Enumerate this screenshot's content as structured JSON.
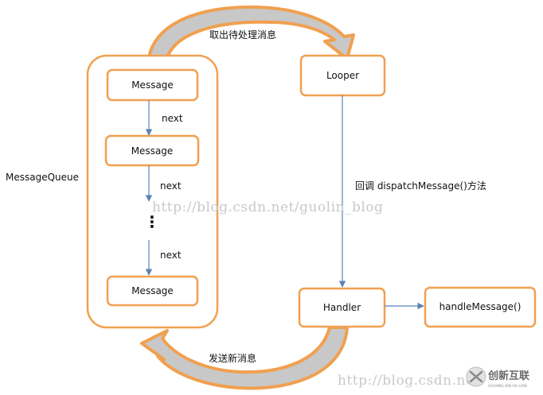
{
  "queue": {
    "label": "MessageQueue",
    "messages": [
      "Message",
      "Message",
      "Message"
    ],
    "next_labels": [
      "next",
      "next",
      "next"
    ],
    "ellipsis": "⋮"
  },
  "looper": {
    "label": "Looper"
  },
  "handler": {
    "label": "Handler"
  },
  "handle_message": {
    "label": "handleMessage()"
  },
  "arrows": {
    "take_message": "取出待处理消息",
    "dispatch": "回调 dispatchMessage()方法",
    "send_message": "发送新消息"
  },
  "watermarks": [
    "http://blog.csdn.net/guolin_blog",
    "http://blog.csdn.ne"
  ],
  "logo": {
    "text": "创新互联",
    "sub": "CHUANG XIN HU LIAN"
  },
  "colors": {
    "box_border": "#f0a050",
    "arrow_fill": "#c8c8c8",
    "connector": "#5b82b8",
    "watermark": "#c9c9c9"
  }
}
